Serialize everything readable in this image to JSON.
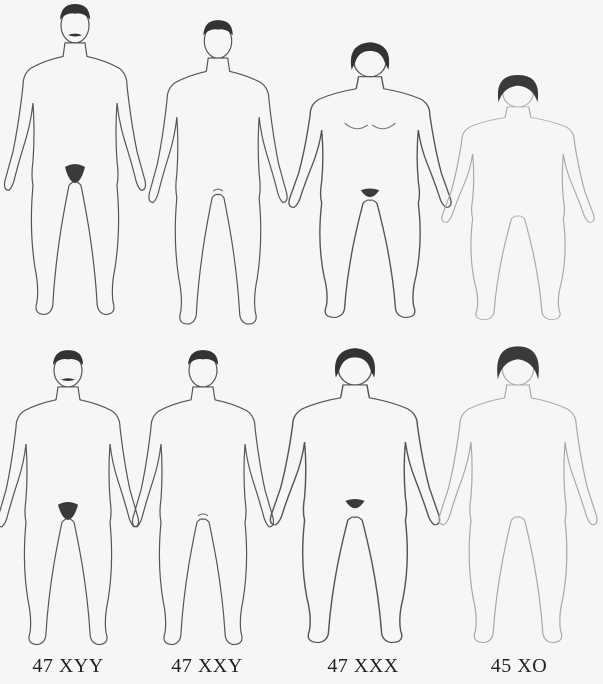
{
  "figure": {
    "captions": [
      "47 XYY",
      "47 XXY",
      "47 XXX",
      "45 XO"
    ]
  },
  "colors": {
    "background": "#f6f6f4",
    "outline": "#555555",
    "outline_faint": "#aaaaaa",
    "hair": "#3a3a3a",
    "caption": "#222222"
  },
  "icons": [
    "male-figure",
    "female-figure"
  ]
}
